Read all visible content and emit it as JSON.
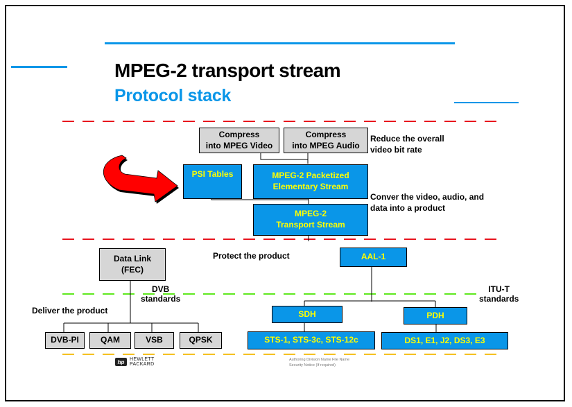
{
  "header": {
    "title": "MPEG-2 transport stream",
    "subtitle": "Protocol stack"
  },
  "colors": {
    "accent_blue": "#0a96e8",
    "box_text_yellow": "#ffff00",
    "box_gray": "#d6d6d6",
    "divider_red": "#e8141e",
    "divider_green": "#5ee81e",
    "divider_yellow": "#f5c020",
    "arrow_red": "#ff0000"
  },
  "stack": {
    "compress_video": [
      "Compress",
      "into MPEG Video"
    ],
    "compress_audio": [
      "Compress",
      "into MPEG Audio"
    ],
    "psi_tables": "PSI Tables",
    "pes": [
      "MPEG-2  Packetized",
      "Elementary Stream"
    ],
    "transport_stream": [
      "MPEG-2",
      "Transport Stream"
    ],
    "data_link": [
      "Data Link",
      "(FEC)"
    ],
    "aal1": "AAL-1",
    "sdh": "SDH",
    "pdh": "PDH",
    "sdh_rates": "STS-1, STS-3c, STS-12c",
    "pdh_rates": "DS1, E1, J2, DS3, E3",
    "dvb_modulations": [
      "DVB-PI",
      "QAM",
      "VSB",
      "QPSK"
    ]
  },
  "notes": {
    "reduce": [
      "Reduce the overall",
      "video bit rate"
    ],
    "convert": [
      "Conver the video, audio, and",
      "data  into a product"
    ],
    "protect": "Protect the product",
    "deliver": "Deliver  the product",
    "dvb_standards": [
      "DVB",
      "standards"
    ],
    "itu_standards": [
      "ITU-T",
      "standards"
    ]
  },
  "footer": {
    "logo_mark": "hp",
    "logo_text": [
      "HEWLETT",
      "PACKARD"
    ],
    "division_line": "Authoring Division Name     File Name",
    "security_line": "Security Notice (If required)"
  }
}
